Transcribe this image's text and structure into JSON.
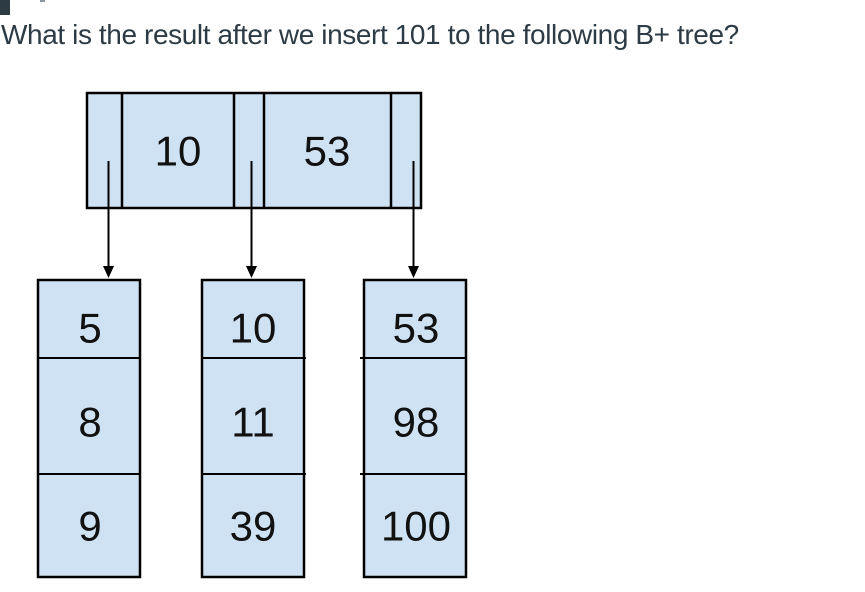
{
  "question": {
    "text": "What is the result after we insert 101 to the following B+ tree?"
  },
  "tree": {
    "type": "b-plus-tree",
    "inserted_value_mentioned": "101",
    "root": {
      "keys": [
        "10",
        "53"
      ]
    },
    "leaves": [
      {
        "values": [
          "5",
          "8",
          "9"
        ]
      },
      {
        "values": [
          "10",
          "11",
          "39"
        ]
      },
      {
        "values": [
          "53",
          "98",
          "100"
        ]
      }
    ]
  },
  "colors": {
    "node_fill": "#cfe2f3",
    "node_border": "#000000",
    "arrow": "#000000",
    "question_text": "#2d3b45",
    "corner_square": "#2d3b45",
    "top_dash": "#8d979e"
  }
}
